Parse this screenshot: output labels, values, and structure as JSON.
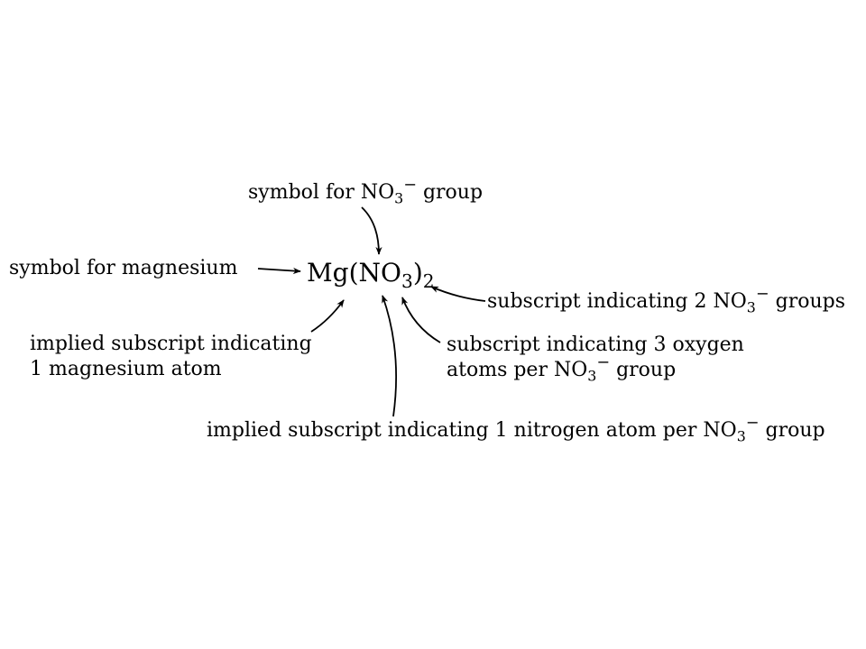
{
  "formula": {
    "main": "Mg(NO",
    "sub3": "3",
    "close": ")",
    "sub2": "2"
  },
  "labels": {
    "nitrate_symbol": {
      "pre": "symbol for NO",
      "sub": "3",
      "sup": "−",
      "post": "group"
    },
    "magnesium_symbol": {
      "text": "symbol for magnesium"
    },
    "mg_subscript": {
      "line1": "implied subscript indicating",
      "line2": "1 magnesium atom"
    },
    "two_groups": {
      "pre": "subscript indicating 2 NO",
      "sub": "3",
      "sup": "−",
      "post": "groups"
    },
    "three_oxygen": {
      "line1": "subscript indicating 3 oxygen",
      "pre2": "atoms per NO",
      "sub": "3",
      "sup": "−",
      "post": "group"
    },
    "one_nitrogen": {
      "pre": "implied subscript indicating 1 nitrogen atom per NO",
      "sub": "3",
      "sup": "−",
      "post": "group"
    }
  }
}
